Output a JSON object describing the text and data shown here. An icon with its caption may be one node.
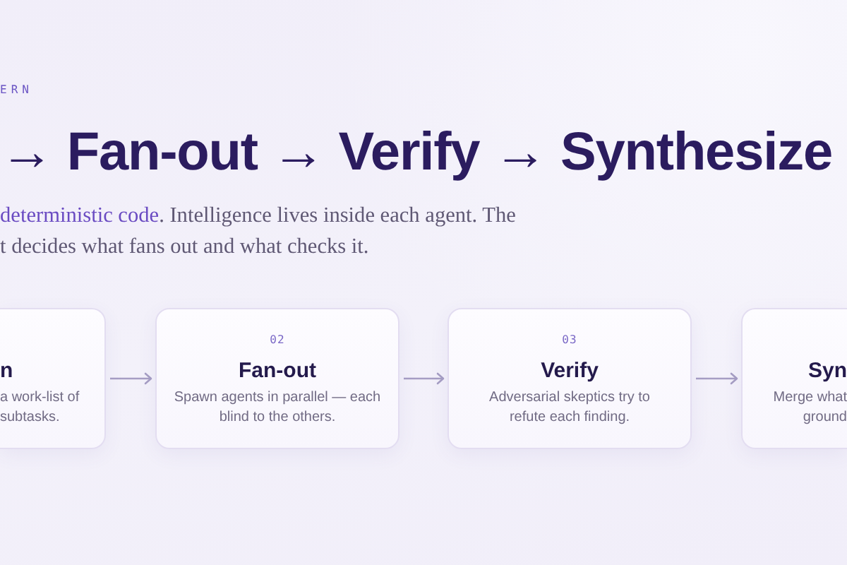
{
  "diagram": {
    "title": "→ Fan-out → Verify → Synthesize",
    "nodes": [
      {
        "text": [
          "n",
          "a work-list of subtasks."
        ]
      },
      {
        "text": [
          "02",
          "Fan-out",
          "Spawn agents in parallel — each blind to the others."
        ]
      },
      {
        "text": [
          "03",
          "Verify",
          "Adversarial skeptics try to refute each finding."
        ]
      },
      {
        "text": [
          "Syn",
          "Merge what ground"
        ]
      }
    ],
    "edges": [
      {
        "from": 0,
        "to": 1,
        "arrow": "to"
      },
      {
        "from": 1,
        "to": 2,
        "arrow": "to"
      },
      {
        "from": 2,
        "to": 3,
        "arrow": "to"
      }
    ],
    "labels": [
      "ERN",
      "**deterministic code**. Intelligence lives inside each agent. The t decides what fans out and what checks it."
    ]
  }
}
